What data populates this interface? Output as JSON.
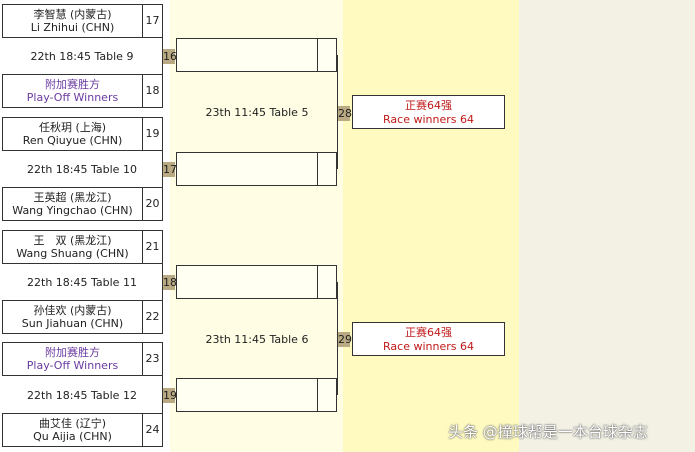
{
  "players": [
    {
      "seed": "17",
      "line1": "李智慧 (内蒙古)",
      "line2": "Li Zhihui (CHN)",
      "playoff": false
    },
    {
      "seed": "18",
      "line1": "附加赛胜方",
      "line2": "Play-Off Winners",
      "playoff": true
    },
    {
      "seed": "19",
      "line1": "任秋玥 (上海)",
      "line2": "Ren Qiuyue (CHN)",
      "playoff": false
    },
    {
      "seed": "20",
      "line1": "王英超 (黑龙江)",
      "line2": "Wang Yingchao (CHN)",
      "playoff": false
    },
    {
      "seed": "21",
      "line1": "王　双 (黑龙江)",
      "line2": "Wang Shuang (CHN)",
      "playoff": false
    },
    {
      "seed": "22",
      "line1": "孙佳欢 (内蒙古)",
      "line2": "Sun Jiahuan (CHN)",
      "playoff": false
    },
    {
      "seed": "23",
      "line1": "附加赛胜方",
      "line2": "Play-Off Winners",
      "playoff": true
    },
    {
      "seed": "24",
      "line1": "曲艾佳 (辽宁)",
      "line2": "Qu Aijia (CHN)",
      "playoff": false
    }
  ],
  "round1": [
    {
      "time": "22th 18:45 Table 9",
      "num": "16"
    },
    {
      "time": "22th 18:45 Table 10",
      "num": "17"
    },
    {
      "time": "22th 18:45 Table 11",
      "num": "18"
    },
    {
      "time": "22th 18:45 Table 12",
      "num": "19"
    }
  ],
  "round2": [
    {
      "time": "23th 11:45 Table 5",
      "num": "28"
    },
    {
      "time": "23th 11:45 Table 6",
      "num": "29"
    }
  ],
  "winners": [
    {
      "line1": "正赛64强",
      "line2": "Race winners 64"
    },
    {
      "line1": "正赛64强",
      "line2": "Race winners 64"
    }
  ],
  "watermark": "头条 @撞球帮是一本台球杂志",
  "colors": {
    "playoff": "#6a3aa0",
    "winner": "#c01818",
    "match_num_bg": "#b9aa84",
    "col_b": "#fffee4",
    "col_c": "#fffbc0",
    "col_d": "#f3f1e4"
  }
}
